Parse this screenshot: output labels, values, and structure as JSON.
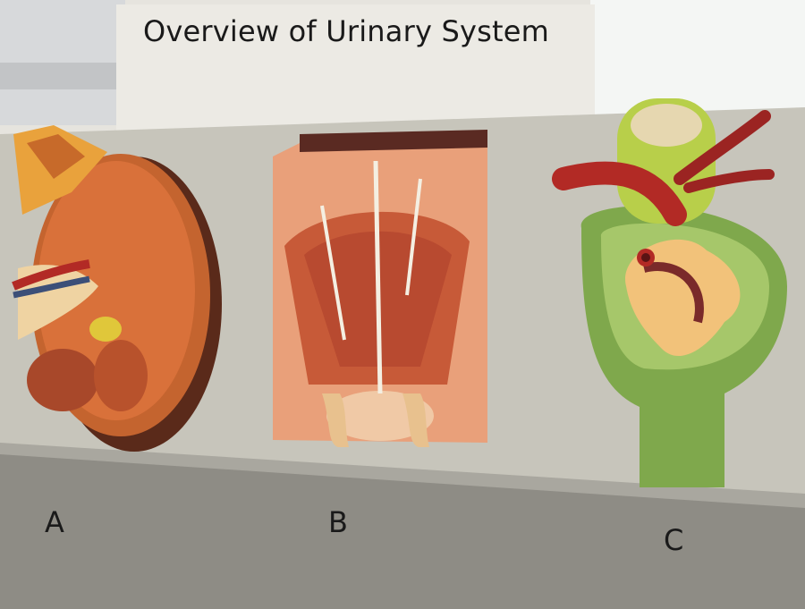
{
  "photo": {
    "title": "Overview of Urinary System",
    "labels": {
      "a": "A",
      "b": "B",
      "c": "C"
    },
    "models": {
      "a": "kidney-cross-section-model",
      "b": "renal-pyramid-section-model",
      "c": "renal-corpuscle-model"
    },
    "colors": {
      "board": "#c9c7bd",
      "wall": "#e9e7e0",
      "tissue_orange": "#e07a3a",
      "artery_red": "#b22a25",
      "vein_blue": "#3c4f78",
      "capsule_green": "#8fb85a"
    }
  }
}
